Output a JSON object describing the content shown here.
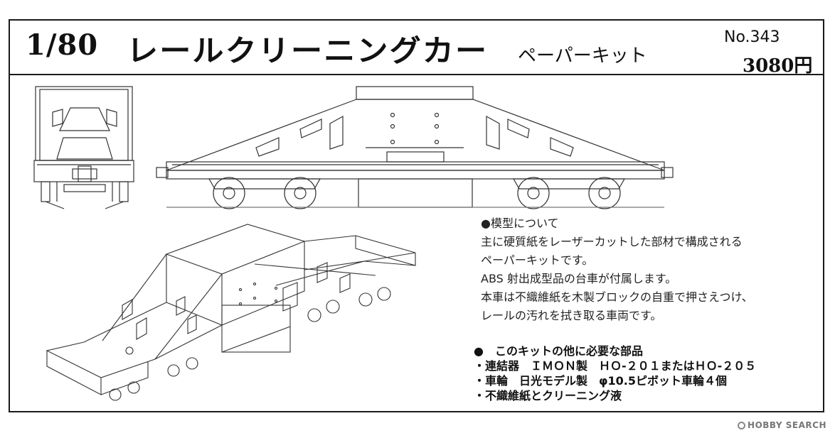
{
  "header": {
    "scale": "1/80",
    "title": "レールクリーニングカー",
    "subtitle": "ペーパーキット",
    "catalog_number": "No.343",
    "price": "3080円"
  },
  "description": {
    "heading": "●模型について",
    "lines": [
      "主に硬質紙をレーザーカットした部材で構成される",
      "ペーパーキットです。",
      "ABS 射出成型品の台車が付属します。",
      "本車は不織維紙を木製ブロックの自重で押さえつけ、",
      "レールの汚れを拭き取る車両です。"
    ]
  },
  "required_parts": {
    "heading": "●　このキットの他に必要な部品",
    "items": [
      "・連結器　ＩＭＯＮ製　ＨＯ-２０１またはＨＯ-２０５",
      "・車輪　日光モデル製　φ10.5ピボット車輪４個",
      "・不織維紙とクリーニング液"
    ]
  },
  "watermark": {
    "text": "HOBBY SEARCH"
  },
  "icons": {
    "watermark_logo": "hobby-search-logo-icon"
  }
}
